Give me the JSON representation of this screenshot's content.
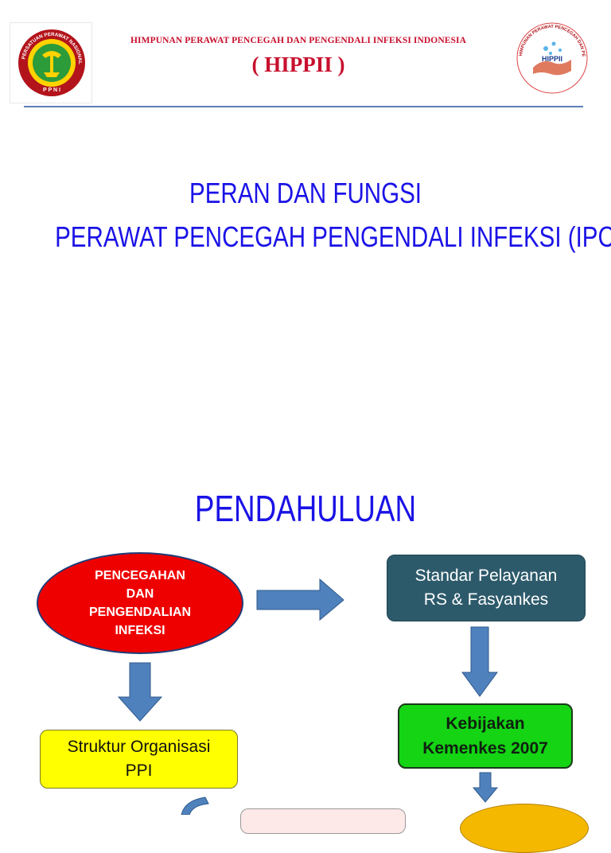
{
  "header": {
    "org_name": "HIMPUNAN PERAWAT PENCEGAH DAN PENGENDALI  INFEKSI INDONESIA",
    "org_abbr": "( HIPPII )",
    "left_logo_text": "PERSATUAN PERAWAT NASIONAL INDONESIA",
    "left_logo_abbr": "P P N I",
    "right_logo_text": "HIMPUNAN PERAWAT PENCEGAH DAN PENGENDALI INFEKSI INDONESIA",
    "right_logo_abbr": "HIPPII"
  },
  "slide1": {
    "title_line1": "PERAN DAN FUNGSI",
    "title_line2": "PERAWAT PENCEGAH PENGENDALI INFEKSI (IPCN)"
  },
  "slide2": {
    "title": "PENDAHULUAN",
    "nodes": {
      "ppi": [
        "PENCEGAHAN",
        "DAN",
        "PENGENDALIAN",
        "INFEKSI"
      ],
      "standar": [
        "Standar Pelayanan",
        "RS & Fasyankes"
      ],
      "kebijakan": [
        "Kebijakan",
        "Kemenkes 2007"
      ],
      "struktur": [
        "Struktur Organisasi",
        "PPI"
      ]
    }
  },
  "colors": {
    "title_blue": "#1a12e6",
    "header_red": "#c8102e",
    "oval_red": "#ee0000",
    "standar_teal": "#2d5a6b",
    "kebijakan_green": "#14d414",
    "struktur_yellow": "#ffff00",
    "arrow_blue": "#4f81bd"
  }
}
